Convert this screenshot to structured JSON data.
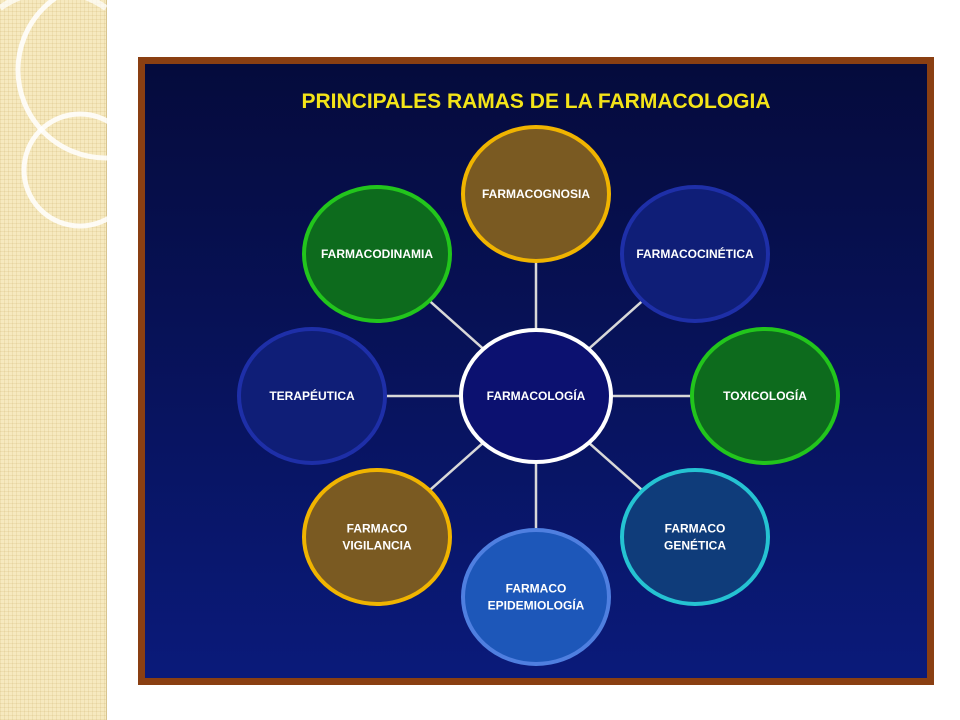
{
  "title": "PRINCIPALES RAMAS DE LA FARMACOLOGIA",
  "center": {
    "label": "FARMACOLOGÍA"
  },
  "branches": [
    {
      "lines": [
        "FARMACOGNOSIA"
      ],
      "fill": "#7a5a22",
      "stroke": "#f0b400"
    },
    {
      "lines": [
        "FARMACOCINÉTICA"
      ],
      "fill": "#0f1e77",
      "stroke": "#1e2fa8"
    },
    {
      "lines": [
        "TOXICOLOGÍA"
      ],
      "fill": "#0d6b1d",
      "stroke": "#22c51c"
    },
    {
      "lines": [
        "FARMACO",
        "GENÉTICA"
      ],
      "fill": "#0f3c7a",
      "stroke": "#25c3d2"
    },
    {
      "lines": [
        "FARMACO",
        "EPIDEMIOLOGÍA"
      ],
      "fill": "#1d57b9",
      "stroke": "#4f7fe0"
    },
    {
      "lines": [
        "FARMACO",
        "VIGILANCIA"
      ],
      "fill": "#7a5a22",
      "stroke": "#f0b400"
    },
    {
      "lines": [
        "TERAPÉUTICA"
      ],
      "fill": "#0f1e77",
      "stroke": "#1e2fa8"
    },
    {
      "lines": [
        "FARMACODINAMIA"
      ],
      "fill": "#0d6b1d",
      "stroke": "#22c51c"
    }
  ],
  "colors": {
    "frame": "#8a3f12",
    "background_top": "#050b3c",
    "background_bottom": "#0a1a7a",
    "title": "#f4e418",
    "center_fill": "#0c1170",
    "center_stroke": "#ffffff",
    "connector": "#d8d8d8"
  }
}
